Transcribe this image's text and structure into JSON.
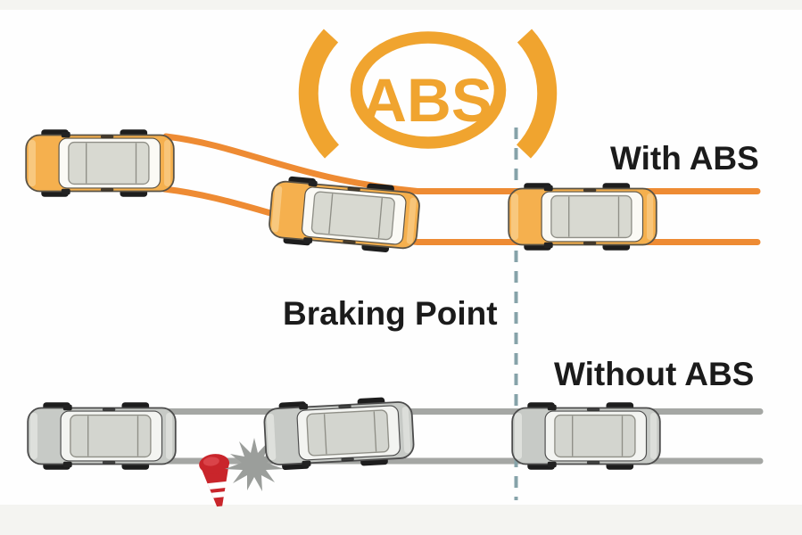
{
  "diagram": {
    "emblem": {
      "label": "ABS",
      "color": "#F0A42F"
    },
    "with_abs_lane": {
      "label": "With ABS",
      "car_count": 3,
      "car_color": "#F5B04E",
      "track_color": "#EE8B33"
    },
    "without_abs_lane": {
      "label": "Without ABS",
      "car_count": 3,
      "car_color": "#C7CAC6",
      "track_color": "#A5A7A4"
    },
    "braking_point": {
      "label": "Braking Point",
      "line_color": "#86A3A9"
    },
    "obstacle": {
      "cone_color": "#C9252B",
      "collision_color": "#9B9E9B"
    },
    "label_text_color": "#1B1B1B"
  }
}
